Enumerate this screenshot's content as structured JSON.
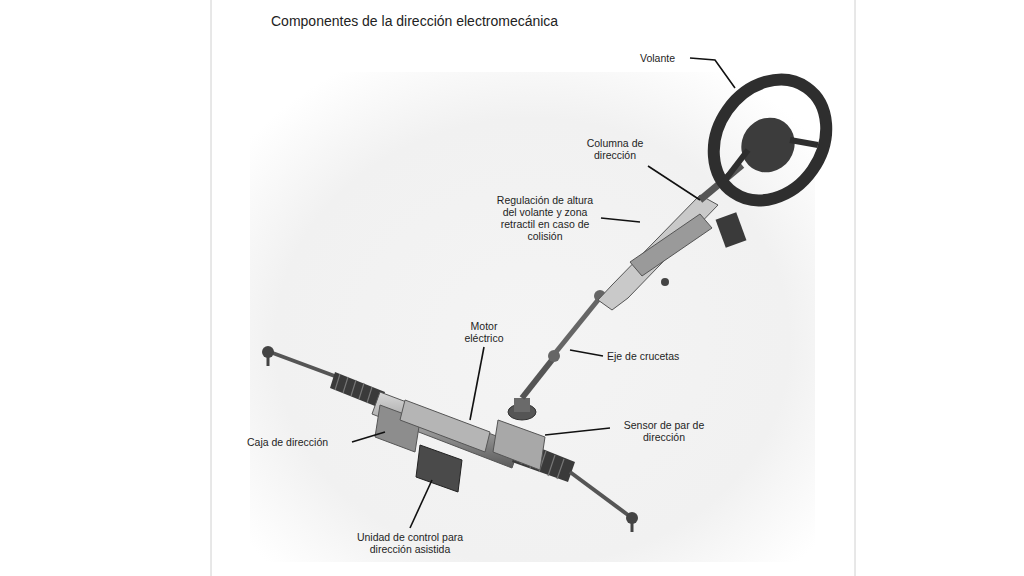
{
  "diagram": {
    "title": "Componentes de la dirección electromecánica",
    "labels": [
      "Volante",
      "Columna de dirección",
      "Regulación de altura del volante y zona retractil en caso de colisión",
      "Motor eléctrico",
      "Eje de crucetas",
      "Caja de dirección",
      "Sensor de par de dirección",
      "Unidad de control para dirección asistida"
    ]
  }
}
